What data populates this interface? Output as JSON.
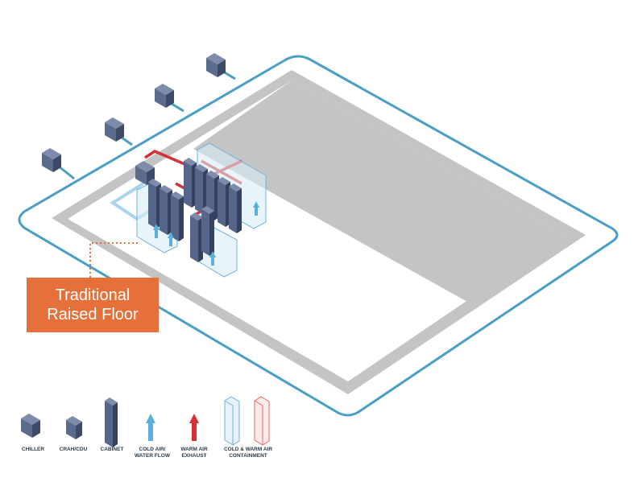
{
  "callout": {
    "line1": "Traditional",
    "line2": "Raised Floor"
  },
  "legend": {
    "chiller": "CHILLER",
    "crah": "CRAH/CDU",
    "cabinet": "CABINET",
    "cold_air": "COLD AIR/\nWATER FLOW",
    "warm_air": "WARM AIR\nEXHAUST",
    "containment": "COLD & WARM AIR\nCONTAINMENT"
  },
  "colors": {
    "pipe": "#4a9ec4",
    "floor": "#c4c4c4",
    "equipment": "#5b6b8c",
    "cold_air": "#5ab0d8",
    "warm_air": "#d62f35",
    "callout": "#e5703a"
  }
}
